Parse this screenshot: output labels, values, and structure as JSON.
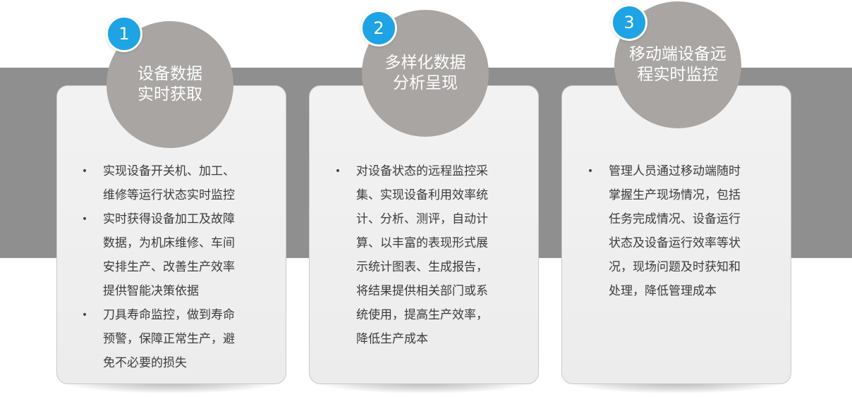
{
  "cards": [
    {
      "number": "1",
      "title_line1": "设备数据",
      "title_line2": "实时获取",
      "items": [
        {
          "lines": [
            "实现设备开关机、加工、",
            "维修等运行状态实时监控"
          ]
        },
        {
          "lines": [
            "实时获得设备加工及故障",
            "数据，为机床维修、车间",
            "安排生产、改善生产效率",
            "提供智能决策依据"
          ]
        },
        {
          "lines": [
            "刀具寿命监控，做到寿命",
            "预警，保障正常生产，避",
            "免不必要的损失"
          ]
        }
      ]
    },
    {
      "number": "2",
      "title_line1": "多样化数据",
      "title_line2": "分析呈现",
      "items": [
        {
          "lines": [
            "对设备状态的远程监控采",
            "集、实现设备利用效率统",
            "计、分析、测评，自动计",
            "算、以丰富的表现形式展",
            "示统计图表、生成报告，",
            "将结果提供相关部门或系",
            "统使用，提高生产效率，",
            "降低生产成本"
          ]
        }
      ]
    },
    {
      "number": "3",
      "title_line1": "移动端设备远",
      "title_line2": "程实时监控",
      "items": [
        {
          "lines": [
            "管理人员通过移动端随时",
            "掌握生产现场情况，包括",
            "任务完成情况、设备运行",
            "状态及设备运行效率等状",
            "况，现场问题及时获知和",
            "处理，降低管理成本"
          ]
        }
      ]
    }
  ],
  "bullet_symbol": "•",
  "colors": {
    "accent": "#1ea3e4",
    "circle": "#a8a5a3",
    "band": "#8f8f8f",
    "card": "#efefef",
    "text": "#3b3b3b"
  }
}
